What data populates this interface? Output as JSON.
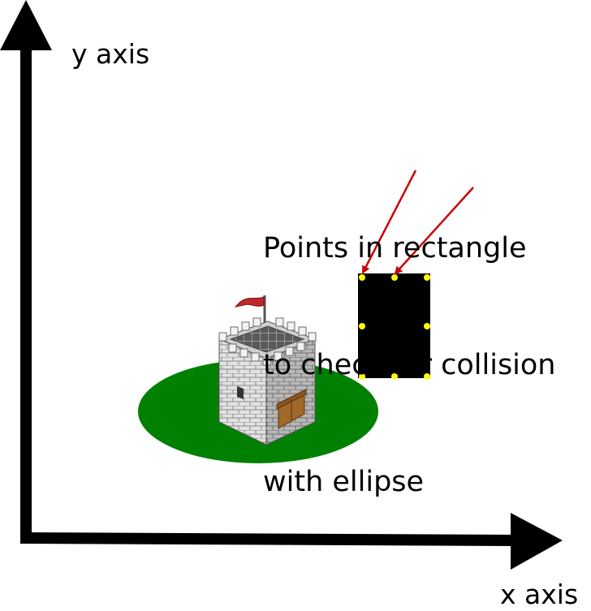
{
  "labels": {
    "y_axis": "y axis",
    "x_axis": "x axis",
    "annotation": [
      "Points in rectangle",
      "to check for collision",
      "with ellipse"
    ]
  },
  "colors": {
    "axis": "#000000",
    "ellipse": "#008000",
    "rectangle": "#000000",
    "points": "#ffff00",
    "arrows": "#cc0000",
    "flag": "#c0282a",
    "door": "#a0682a"
  },
  "icons": {
    "castle": "castle-tower-icon"
  },
  "rectangle_points_count": 8
}
